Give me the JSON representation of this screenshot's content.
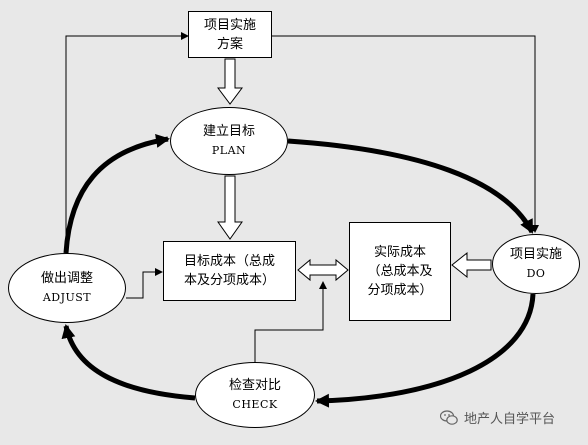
{
  "nodes": {
    "plan_box": {
      "line1": "项目实施",
      "line2": "方案"
    },
    "plan": {
      "line1": "建立目标",
      "line2": "PLAN"
    },
    "do": {
      "line1": "项目实施",
      "line2": "DO"
    },
    "check": {
      "line1": "检查对比",
      "line2": "CHECK"
    },
    "adjust": {
      "line1": "做出调整",
      "line2": "ADJUST"
    },
    "target_cost": {
      "line1": "目标成本（总成",
      "line2": "本及分项成本）"
    },
    "actual_cost": {
      "line1": "实际成本",
      "line2": "（总成本及",
      "line3": "分项成本）"
    }
  },
  "watermark": {
    "text": "地产人自学平台",
    "icon": "wechat-icon"
  },
  "colors": {
    "background": "#e8e8e8",
    "stroke": "#000000",
    "fill": "#ffffff"
  }
}
